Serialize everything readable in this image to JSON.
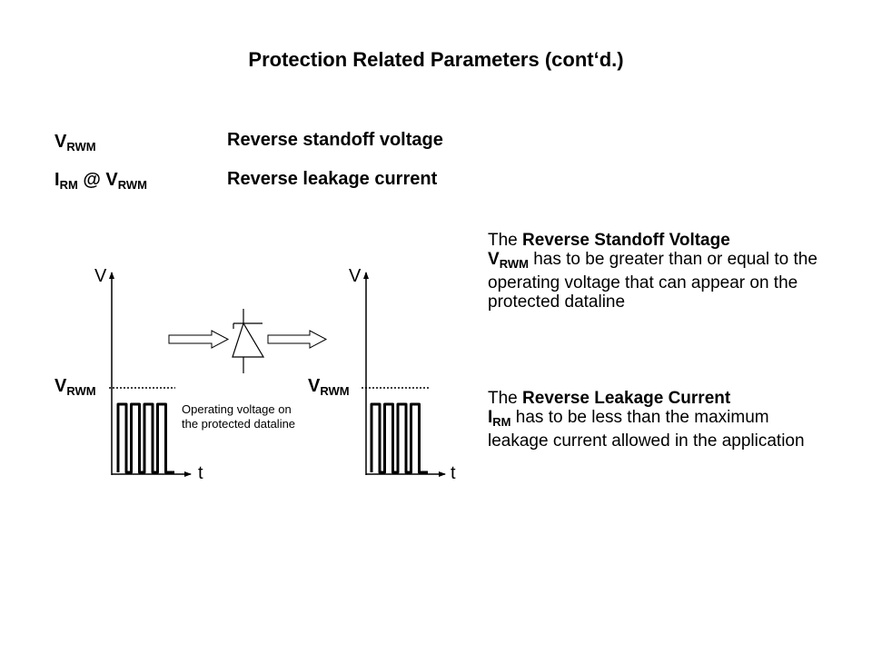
{
  "slide": {
    "title": "Protection Related Parameters (cont‘d.)"
  },
  "definitions": [
    {
      "symbol_main": "V",
      "symbol_sub": "RWM",
      "description": "Reverse standoff voltage"
    },
    {
      "symbol_main": "I",
      "symbol_sub": "RM",
      "symbol_mid": " @ V",
      "symbol_sub2": "RWM",
      "description": "Reverse leakage current"
    }
  ],
  "diagram": {
    "left_plot": {
      "y_axis_label": "V",
      "x_axis_label": "t",
      "threshold_label_main": "V",
      "threshold_label_sub": "RWM",
      "annotation": "Operating voltage on the protected dataline",
      "pulse_count": 4
    },
    "right_plot": {
      "y_axis_label": "V",
      "x_axis_label": "t",
      "threshold_label_main": "V",
      "threshold_label_sub": "RWM",
      "pulse_count": 4
    },
    "component": "TVS diode",
    "flow_arrows": 2
  },
  "explanations": {
    "standoff": {
      "prefix": "The ",
      "bold_term": "Reverse Standoff Voltage",
      "symbol_main": "V",
      "symbol_sub": "RWM",
      "rest": "  has to be greater than or equal to the operating voltage that can appear on the protected dataline"
    },
    "leakage": {
      "prefix": "The ",
      "bold_term": "Reverse Leakage Current",
      "symbol_main": "I",
      "symbol_sub": "RM",
      "rest": " has to be less than the maximum leakage current allowed in the application"
    }
  }
}
